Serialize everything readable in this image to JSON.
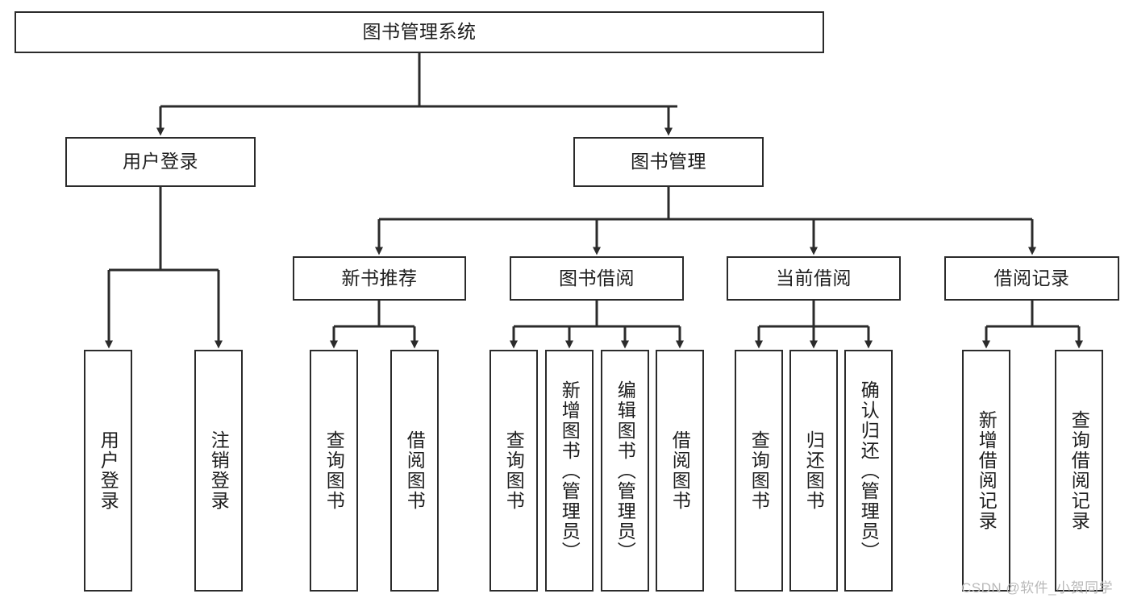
{
  "diagram": {
    "type": "tree-hierarchy",
    "title": "图书管理系统",
    "watermark": "CSDN @软件_小贺同学",
    "colors": {
      "box_border": "#2b2b2b",
      "box_fill": "#ffffff",
      "connector": "#2b2b2b",
      "text": "#1d1d1d",
      "watermark": "#b9b9b9"
    },
    "nodes": {
      "root": {
        "label": "图书管理系统",
        "level": 1,
        "orientation": "horizontal"
      },
      "l2": [
        {
          "id": "user-login",
          "label": "用户登录",
          "level": 2,
          "orientation": "horizontal"
        },
        {
          "id": "book-manage",
          "label": "图书管理",
          "level": 2,
          "orientation": "horizontal"
        }
      ],
      "l3": [
        {
          "id": "new-book-recommend",
          "label": "新书推荐",
          "level": 3,
          "orientation": "horizontal"
        },
        {
          "id": "book-borrow",
          "label": "图书借阅",
          "level": 3,
          "orientation": "horizontal"
        },
        {
          "id": "current-borrow",
          "label": "当前借阅",
          "level": 3,
          "orientation": "horizontal"
        },
        {
          "id": "borrow-record",
          "label": "借阅记录",
          "level": 3,
          "orientation": "horizontal"
        }
      ],
      "leaves": [
        {
          "id": "leaf-user-login",
          "label": "用户登录",
          "parent": "user-login",
          "orientation": "vertical"
        },
        {
          "id": "leaf-logout",
          "label": "注销登录",
          "parent": "user-login",
          "orientation": "vertical"
        },
        {
          "id": "leaf-query-book-1",
          "label": "查询图书",
          "parent": "new-book-recommend",
          "orientation": "vertical"
        },
        {
          "id": "leaf-borrow-book-1",
          "label": "借阅图书",
          "parent": "new-book-recommend",
          "orientation": "vertical"
        },
        {
          "id": "leaf-query-book-2",
          "label": "查询图书",
          "parent": "book-borrow",
          "orientation": "vertical"
        },
        {
          "id": "leaf-add-book",
          "label": "新增图书（管理员）",
          "parent": "book-borrow",
          "orientation": "vertical"
        },
        {
          "id": "leaf-edit-book",
          "label": "编辑图书（管理员）",
          "parent": "book-borrow",
          "orientation": "vertical"
        },
        {
          "id": "leaf-borrow-book-2",
          "label": "借阅图书",
          "parent": "book-borrow",
          "orientation": "vertical"
        },
        {
          "id": "leaf-query-book-3",
          "label": "查询图书",
          "parent": "current-borrow",
          "orientation": "vertical"
        },
        {
          "id": "leaf-return-book",
          "label": "归还图书",
          "parent": "current-borrow",
          "orientation": "vertical"
        },
        {
          "id": "leaf-confirm-return",
          "label": "确认归还（管理员）",
          "parent": "current-borrow",
          "orientation": "vertical"
        },
        {
          "id": "leaf-add-record",
          "label": "新增借阅记录",
          "parent": "borrow-record",
          "orientation": "vertical"
        },
        {
          "id": "leaf-query-record",
          "label": "查询借阅记录",
          "parent": "borrow-record",
          "orientation": "vertical"
        }
      ]
    }
  }
}
